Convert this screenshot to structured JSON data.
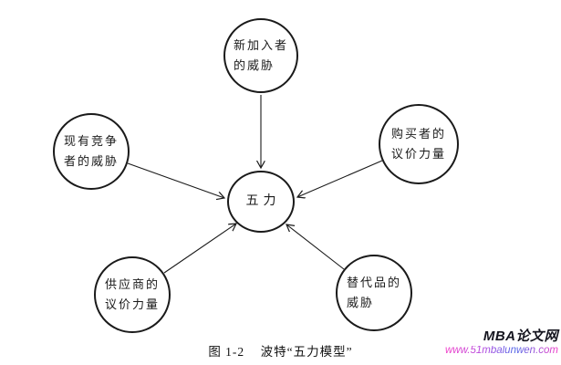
{
  "diagram": {
    "center": {
      "label": "五力"
    },
    "nodes": [
      {
        "id": "new-entrants",
        "label": "新加入者\n的威胁"
      },
      {
        "id": "existing-competitors",
        "label": "现有竞争\n者的威胁"
      },
      {
        "id": "buyers",
        "label": "购买者的\n议价力量"
      },
      {
        "id": "suppliers",
        "label": "供应商的\n议价力量"
      },
      {
        "id": "substitutes",
        "label": "替代品的\n威胁"
      }
    ],
    "line_color": "#1a1a1a"
  },
  "caption": {
    "text": "图 1-2    波特“五力模型”"
  },
  "watermark": {
    "title": "MBA论文网",
    "url": "www.51mbalunwen.com",
    "title_color": "#15151f",
    "url_color": "#e832c8"
  }
}
